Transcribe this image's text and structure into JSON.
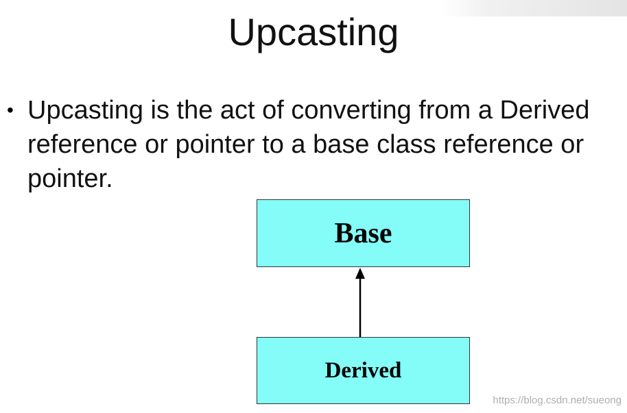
{
  "slide": {
    "title": "Upcasting",
    "bullets": [
      {
        "symbol": "•",
        "text": "Upcasting is the act of converting from a Derived reference or pointer to a base class reference or pointer."
      }
    ]
  },
  "diagram": {
    "base_label": "Base",
    "derived_label": "Derived",
    "box_color": "#84fcf8"
  },
  "watermark": {
    "text": "https://blog.csdn.net/sueong"
  }
}
